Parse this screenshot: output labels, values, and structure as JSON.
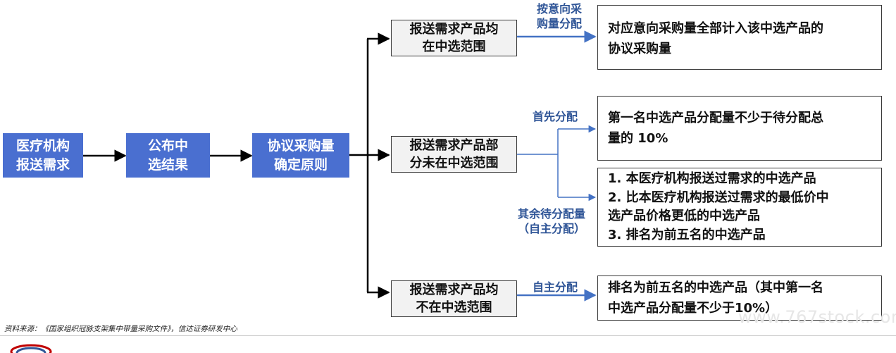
{
  "nodes": {
    "medical_demand": [
      "医疗机构",
      "报送需求"
    ],
    "publish_result": [
      "公布中",
      "选结果"
    ],
    "principle": [
      "协议采购量",
      "确定原则"
    ],
    "branch_all_in": [
      "报送需求产品均",
      "在中选范围"
    ],
    "branch_partial": [
      "报送需求产品部",
      "分未在中选范围"
    ],
    "branch_none": [
      "报送需求产品均",
      "不在中选范围"
    ]
  },
  "labels": {
    "by_intent": [
      "按意向采",
      "购量分配"
    ],
    "first_alloc": "首先分配",
    "remaining": [
      "其余待分配量",
      "（自主分配）"
    ],
    "self_alloc": "自主分配"
  },
  "outcomes": {
    "all_in": [
      "对应意向采购量全部计入该中选产品的",
      "协议采购量"
    ],
    "first": [
      "第一名中选产品分配量不少于待分配总",
      "量的 10%"
    ],
    "remaining": [
      "1. 本医疗机构报送过需求的中选产品",
      "2. 比本医疗机构报送过需求的最低价中",
      "选产品价格更低的中选产品",
      "3. 排名为前五名的中选产品"
    ],
    "none": [
      "排名为前五名的中选产品（其中第一名",
      "中选产品分配量不少于10%）"
    ]
  },
  "source": "资料来源：《国家组织冠脉支架集中带量采购文件》，信达证券研发中心",
  "watermark": "www.767stock.com",
  "colors": {
    "node_fill": "#4a6fd0",
    "label": "#2f5597",
    "line": "#000000",
    "arrow_blue": "#4472c4"
  }
}
